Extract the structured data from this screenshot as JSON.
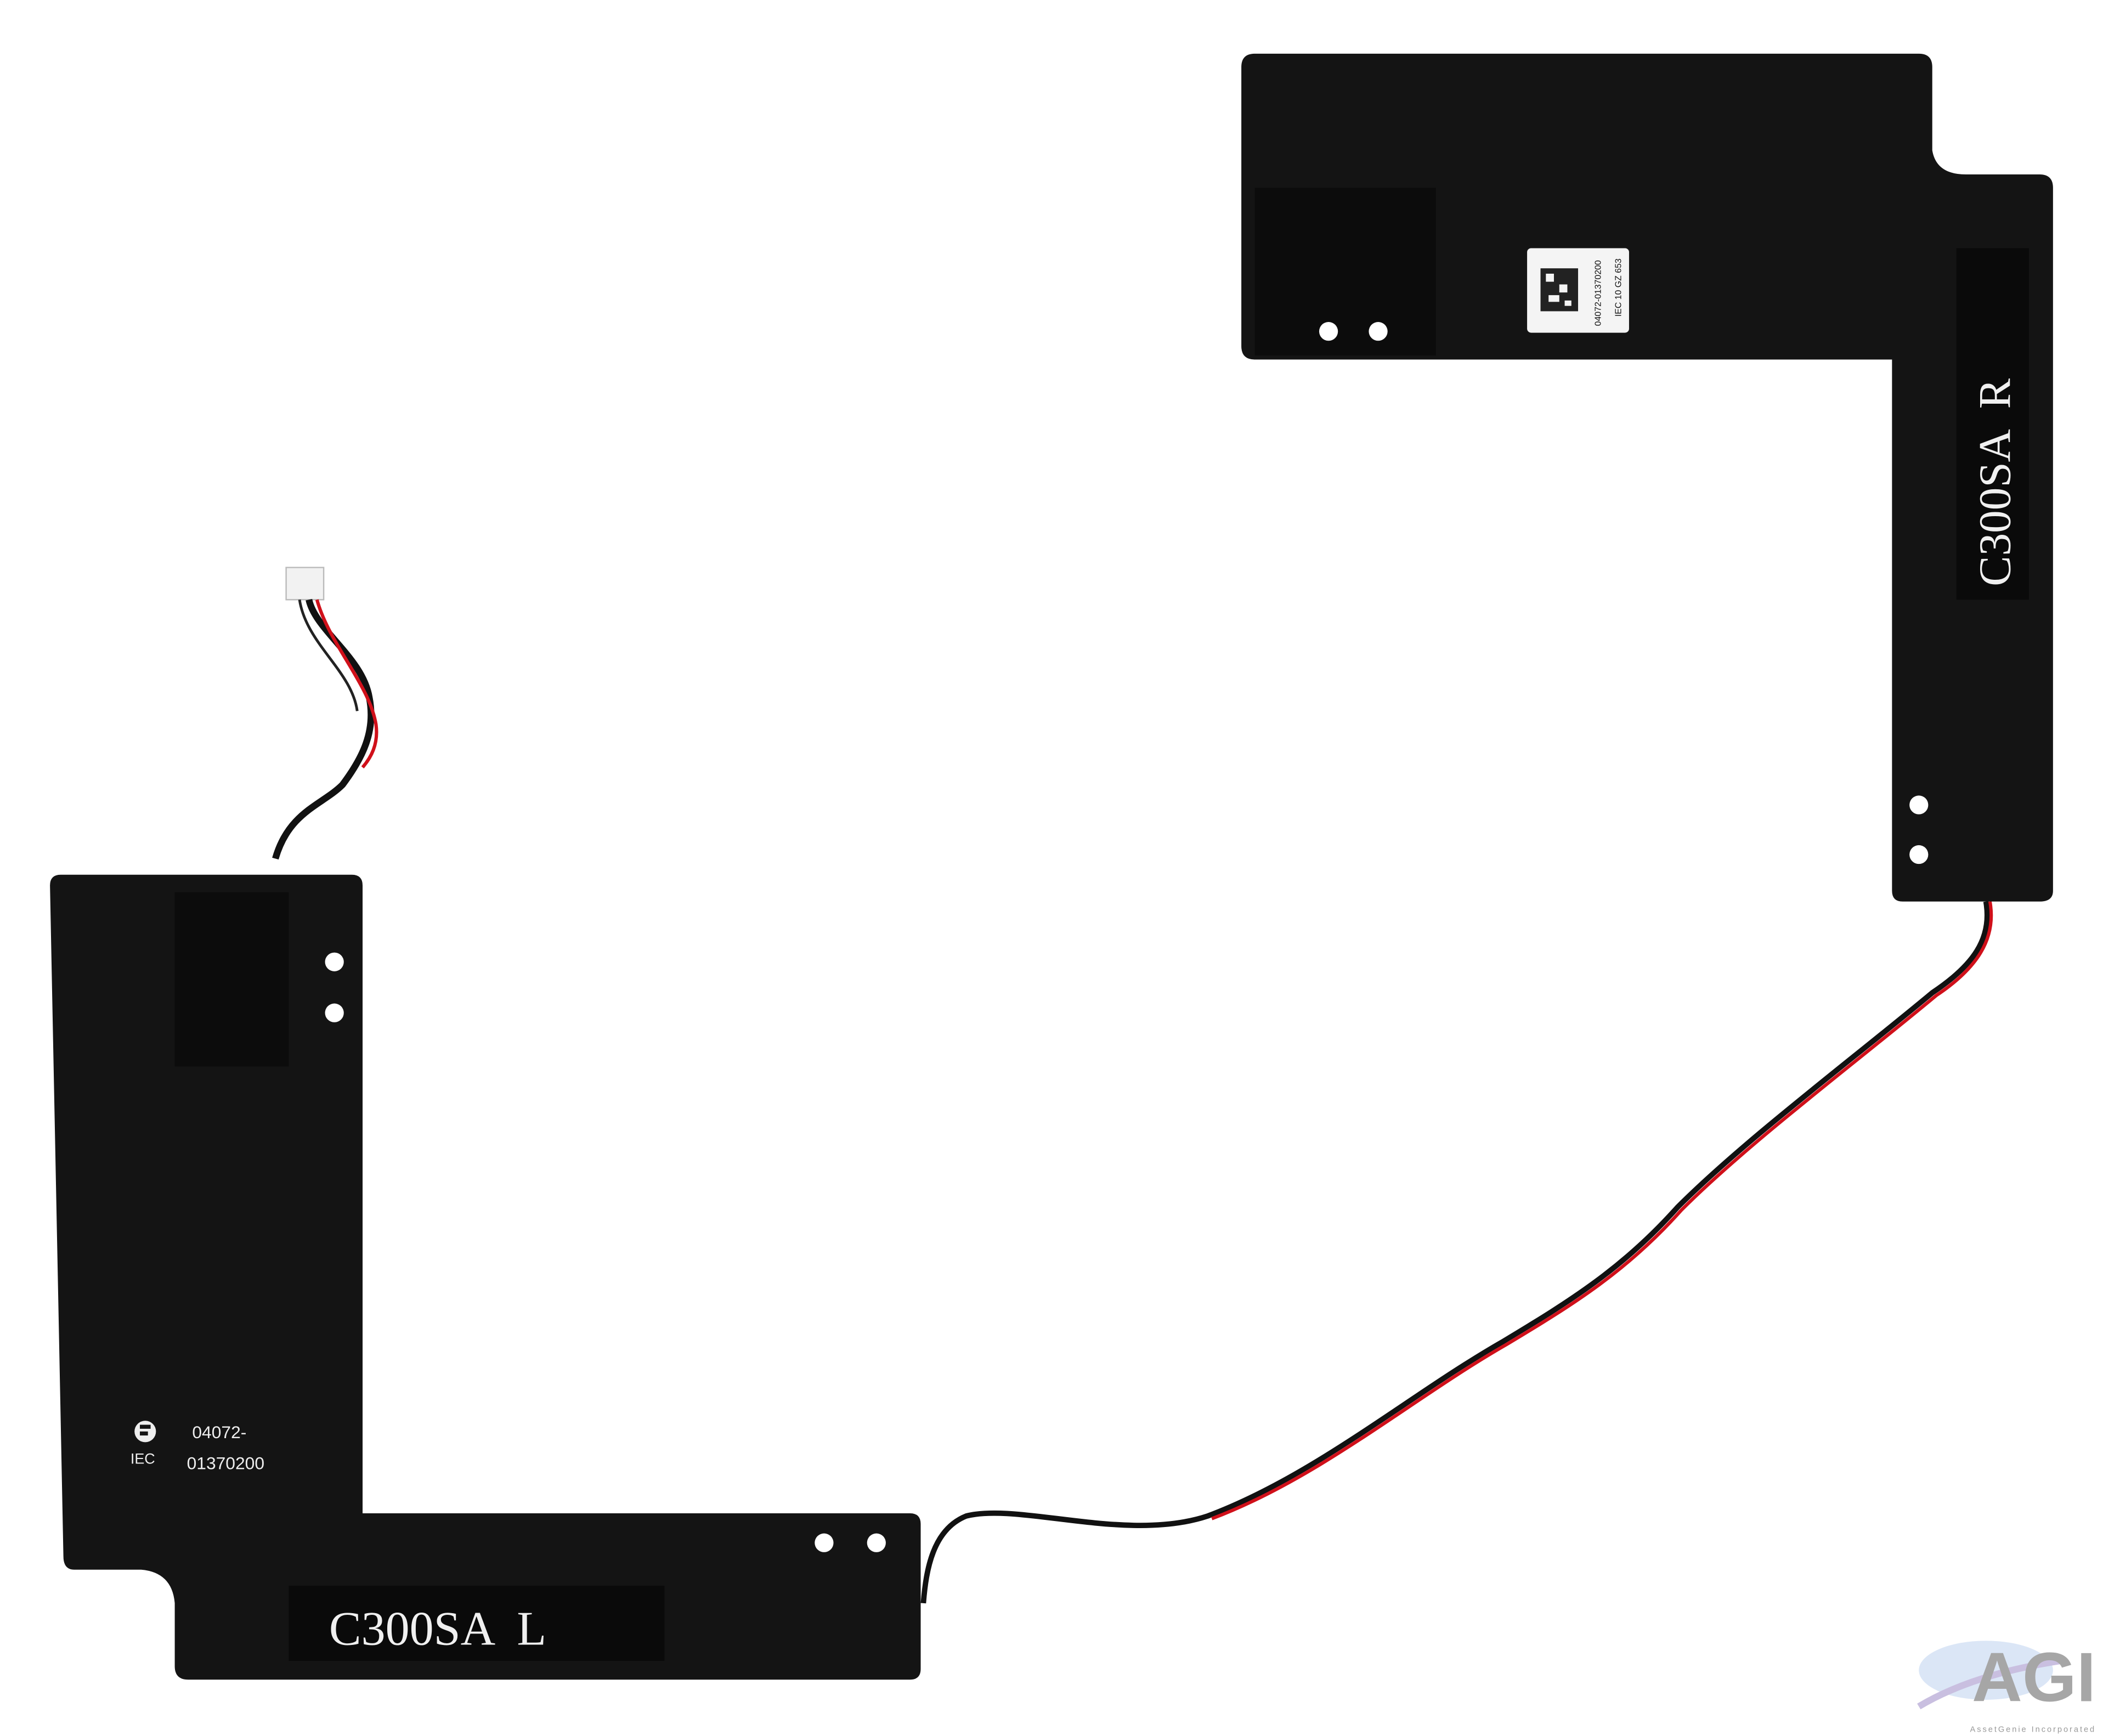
{
  "left_speaker": {
    "label": "C300SA  L",
    "part_line1": "04072-",
    "part_line2": "01370200",
    "cert": "IEC"
  },
  "right_speaker": {
    "label": "C300SA  R",
    "sticker_line1": "04072-01370200",
    "sticker_line2": "IEC 10 GZ 653"
  },
  "watermark": {
    "logo": "AGI",
    "company": "AssetGenie Incorporated"
  },
  "colors": {
    "body": "#141414",
    "wire_red": "#d0101a",
    "wire_black": "#111111",
    "background": "#ffffff"
  }
}
